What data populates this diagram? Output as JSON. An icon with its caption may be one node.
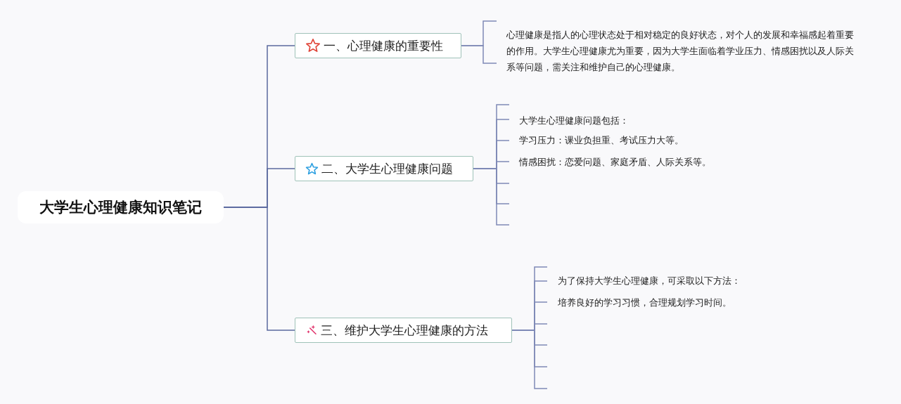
{
  "diagram": {
    "nodes": [
      {
        "text": [
          "大学生心理健康知识笔记"
        ]
      },
      {
        "text": [
          "一、心理健康的重要性"
        ]
      },
      {
        "text": [
          "二、大学生心理健康问题"
        ]
      },
      {
        "text": [
          "三、维护大学生心理健康的方法"
        ]
      }
    ],
    "edges": [
      {
        "from": 0,
        "to": 1,
        "arrow": "none"
      },
      {
        "from": 0,
        "to": 2,
        "arrow": "none"
      },
      {
        "from": 0,
        "to": 3,
        "arrow": "none"
      },
      {
        "from": 1,
        "to": null,
        "arrow": "none"
      },
      {
        "from": 1,
        "to": null,
        "arrow": "none"
      },
      {
        "from": 2,
        "to": null,
        "arrow": "none"
      },
      {
        "from": 2,
        "to": null,
        "arrow": "none"
      },
      {
        "from": 2,
        "to": null,
        "arrow": "none"
      },
      {
        "from": 2,
        "to": null,
        "arrow": "none"
      },
      {
        "from": 2,
        "to": null,
        "arrow": "none"
      },
      {
        "from": 2,
        "to": null,
        "arrow": "none"
      },
      {
        "from": 2,
        "to": null,
        "arrow": "none"
      },
      {
        "from": 3,
        "to": null,
        "arrow": "none"
      },
      {
        "from": 3,
        "to": null,
        "arrow": "none"
      },
      {
        "from": 3,
        "to": null,
        "arrow": "none"
      },
      {
        "from": 3,
        "to": null,
        "arrow": "none"
      },
      {
        "from": 3,
        "to": null,
        "arrow": "none"
      },
      {
        "from": 3,
        "to": null,
        "arrow": "none"
      },
      {
        "from": 3,
        "to": null,
        "arrow": "none"
      }
    ],
    "labels": [
      "心理健康是指人的心理状态处于相对稳定的良好状态，对个人的发展和幸福感起着重要的作用。大学生心理健康尤为重要，因为大学生面临着学业压力、情感困扰以及人际关系等问题，需关注和维护自己的心理健康。",
      "大学生心理健康问题包括：",
      "学习压力：课业负担重、考试压力大等。",
      "情感困扰：恋爱问题、家庭矛盾、人际关系等。",
      "为了保持大学生心理健康，可采取以下方法：",
      "培养良好的学习习惯，合理规划学习时间。"
    ]
  }
}
